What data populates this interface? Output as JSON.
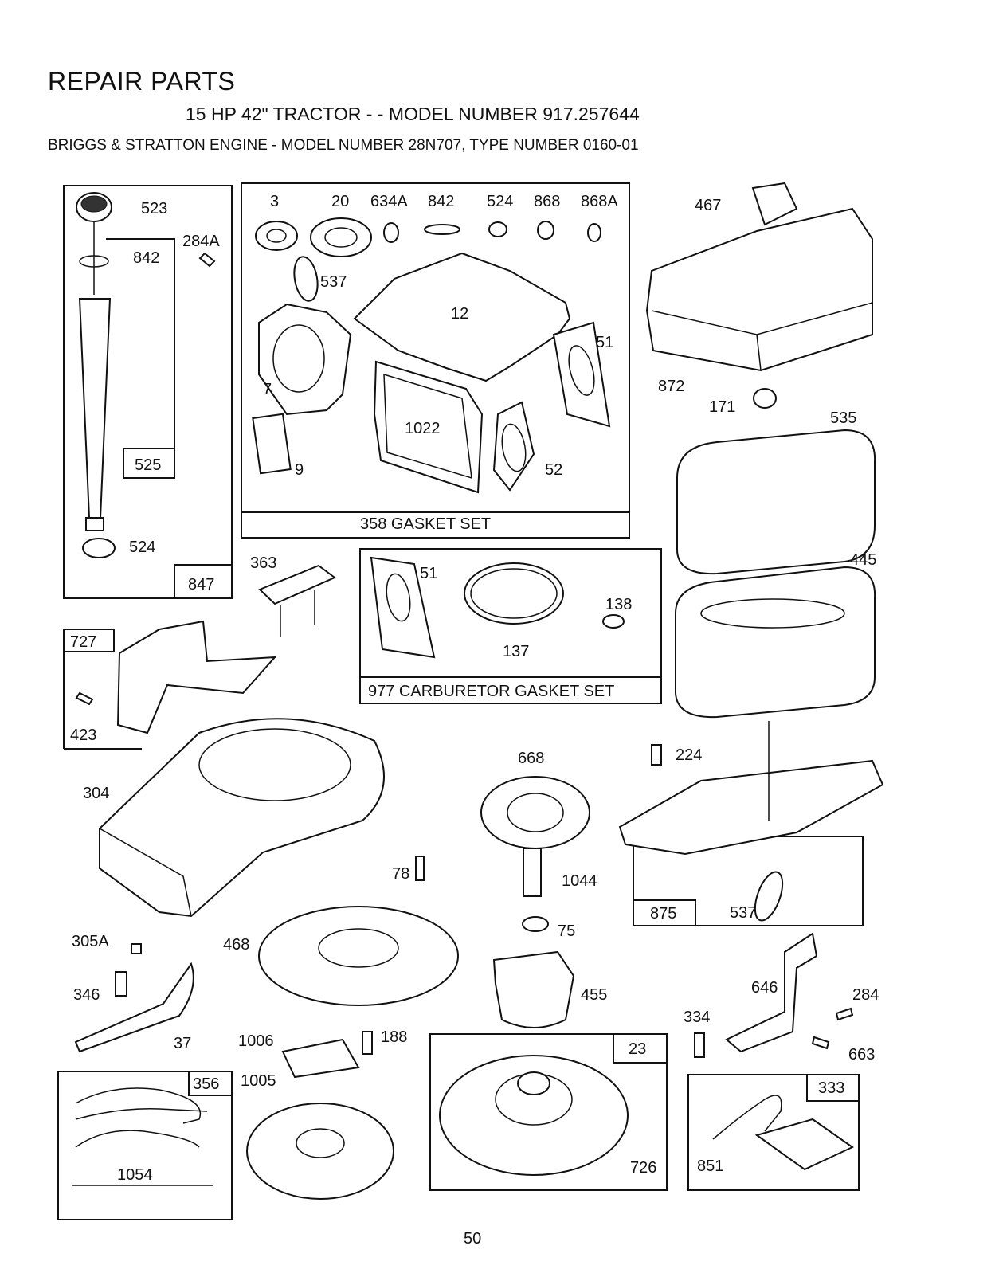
{
  "header": {
    "title": "REPAIR PARTS",
    "subtitle": "15 HP 42\" TRACTOR - - MODEL NUMBER 917.257644",
    "engine_line": "BRIGGS & STRATTON ENGINE - MODEL NUMBER 28N707, TYPE NUMBER 0160-01"
  },
  "page_number": "50",
  "group_labels": {
    "gasket_set": "358 GASKET SET",
    "carb_gasket_set": "977 CARBURETOR GASKET SET",
    "dipstick_group": "847",
    "tube_group": "525",
    "baffle_group": "727",
    "air_cleaner_base": "875",
    "flywheel_group": "23",
    "wire_group": "356",
    "armature_group": "333"
  },
  "parts": {
    "p523": "523",
    "p842a": "842",
    "p284A": "284A",
    "p524a": "524",
    "p3": "3",
    "p20": "20",
    "p634A": "634A",
    "p842b": "842",
    "p524b": "524",
    "p868": "868",
    "p868A": "868A",
    "p537a": "537",
    "p12": "12",
    "p51a": "51",
    "p7": "7",
    "p1022": "1022",
    "p9": "9",
    "p52": "52",
    "p467": "467",
    "p872": "872",
    "p171": "171",
    "p535": "535",
    "p445": "445",
    "p363": "363",
    "p51b": "51",
    "p138": "138",
    "p137": "137",
    "p423": "423",
    "p304": "304",
    "p668": "668",
    "p224": "224",
    "p78": "78",
    "p1044": "1044",
    "p537b": "537",
    "p75": "75",
    "p305A": "305A",
    "p468": "468",
    "p455": "455",
    "p346": "346",
    "p646": "646",
    "p284": "284",
    "p334": "334",
    "p663": "663",
    "p37": "37",
    "p1006": "1006",
    "p188": "188",
    "p1005": "1005",
    "p726": "726",
    "p851": "851",
    "p1054": "1054"
  }
}
